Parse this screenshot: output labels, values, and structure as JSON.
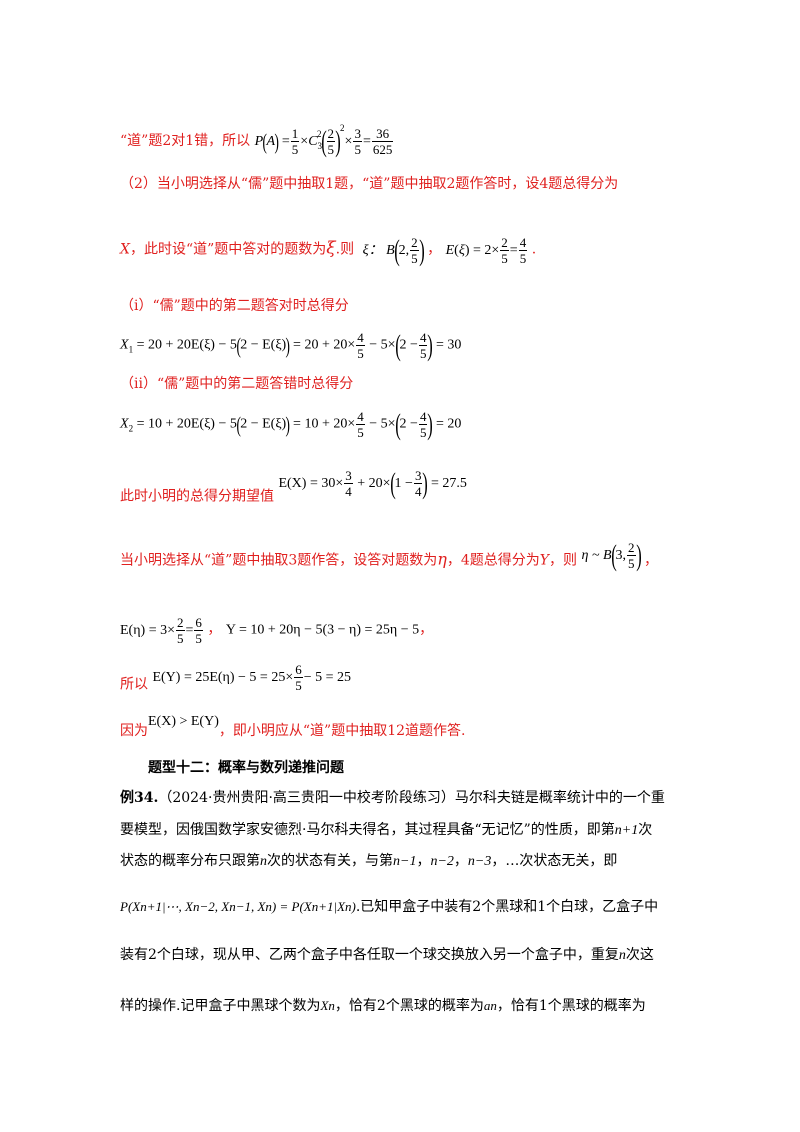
{
  "s1": {
    "text": "“道”题2对1错，所以",
    "math": {
      "lhs": "P",
      "var": "A",
      "f1_num": "1",
      "f1_den": "5",
      "comb": "C",
      "comb_sub": "3",
      "comb_sup": "2",
      "f2_num": "2",
      "f2_den": "5",
      "pow": "2",
      "f3_num": "3",
      "f3_den": "5",
      "res_num": "36",
      "res_den": "625"
    }
  },
  "s2": {
    "text": "（2）当小明选择从“儒”题中抽取1题，“道”题中抽取2题作答时，设4题总得分为"
  },
  "s3": {
    "x": "X",
    "text": "，此时设“道”题中答对的题数为",
    "xi": "ξ",
    "dot": ".则",
    "dist": "ξ： B",
    "p_n": "2",
    "p_num": "2",
    "p_den": "5",
    "comma": "，",
    "ex": "E",
    "ex_val": "2×",
    "ex_num": "2",
    "ex_den": "5",
    "ex_res_num": "4",
    "ex_res_den": "5",
    "end": "."
  },
  "s4": {
    "text": "（i）“儒”题中的第二题答对时总得分"
  },
  "s5": {
    "lhs": "X",
    "sub": "1",
    "expr_a": "= 20 + 20E(ξ) − 5",
    "expr_b": "2 − E(ξ)",
    "expr_c": "= 20 + 20×",
    "n1": "4",
    "d1": "5",
    "expr_d": "− 5×",
    "expr_e": "2 −",
    "n2": "4",
    "d2": "5",
    "res": "= 30"
  },
  "s6": {
    "text": "（ii）“儒”题中的第二题答错时总得分"
  },
  "s7": {
    "lhs": "X",
    "sub": "2",
    "expr_a": "= 10 + 20E(ξ) − 5",
    "expr_b": "2 − E(ξ)",
    "expr_c": "= 10 + 20×",
    "n1": "4",
    "d1": "5",
    "expr_d": "− 5×",
    "expr_e": "2 −",
    "n2": "4",
    "d2": "5",
    "res": "= 20"
  },
  "s8": {
    "text": "此时小明的总得分期望值",
    "lhs": "E(X) = 30×",
    "n1": "3",
    "d1": "4",
    "mid": "+ 20×",
    "inner": "1 −",
    "n2": "3",
    "d2": "4",
    "res": "= 27.5"
  },
  "s9": {
    "text_a": "当小明选择从“道”题中抽取3题作答，设答对题数为",
    "eta": "η",
    "text_b": "，4题总得分为",
    "y": "Y",
    "text_c": "，则",
    "dist": "η ~ B",
    "p_n": "3,",
    "p_num": "2",
    "p_den": "5",
    "end": "，"
  },
  "s10": {
    "lhs": "E(η) = 3×",
    "n1": "2",
    "d1": "5",
    "eq": "=",
    "n2": "6",
    "d2": "5",
    "comma": "，",
    "y_expr": "Y = 10 + 20η − 5(3 − η) = 25η − 5",
    "end": "，"
  },
  "s11": {
    "text": "所以",
    "expr_a": "E(Y) = 25E(η) − 5 = 25×",
    "n1": "6",
    "d1": "5",
    "expr_b": "− 5 = 25"
  },
  "s12": {
    "text_a": "因为",
    "math": "E(X) > E(Y)",
    "text_b": "，即小明应从“道”题中抽取12道题作答."
  },
  "h1": {
    "text": "题型十二：概率与数列递推问题"
  },
  "ex34": {
    "label": "例34.",
    "line1": "（2024·贵州贵阳·高三贵阳一中校考阶段练习）马尔科夫链是概率统计中的一个重",
    "line2_a": "要模型，因俄国数学家安德烈·马尔科夫得名，其过程具备“无记忆”的性质，即第",
    "line2_m": "n+1",
    "line2_b": "次",
    "line3_a": "状态的概率分布只跟第",
    "line3_m1": "n",
    "line3_b": "次的状态有关，与第",
    "line3_m2": "n−1",
    "line3_c": "，",
    "line3_m3": "n−2",
    "line3_d": "，",
    "line3_m4": "n−3",
    "line3_e": "，…次状态无关，即",
    "line4_math": "P(Xn+1|⋯, Xn−2, Xn−1, Xn) = P(Xn+1|Xn)",
    "line4_text": ".已知甲盒子中装有2个黑球和1个白球，乙盒子中",
    "line5_a": "装有2个白球，现从甲、乙两个盒子中各任取一个球交换放入另一个盒子中，重复",
    "line5_m": "n",
    "line5_b": "次这",
    "line6_a": "样的操作.记甲盒子中黑球个数为",
    "line6_m1": "Xn",
    "line6_b": "，恰有2个黑球的概率为",
    "line6_m2": "an",
    "line6_c": "，恰有1个黑球的概率为"
  }
}
